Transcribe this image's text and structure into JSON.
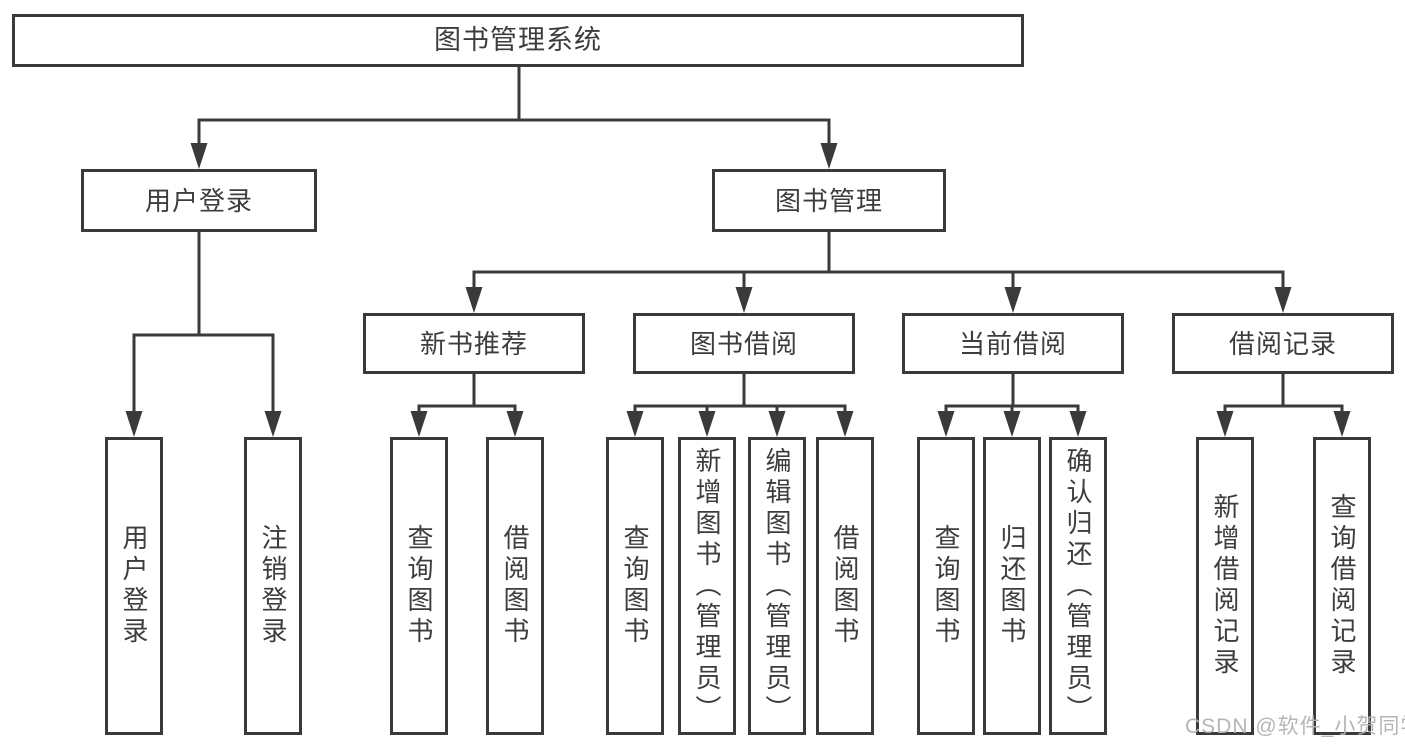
{
  "tree": {
    "root": {
      "label": "图书管理系统"
    },
    "branches": [
      {
        "label": "用户登录",
        "leaves": [
          {
            "label": "用户登录"
          },
          {
            "label": "注销登录"
          }
        ]
      },
      {
        "label": "图书管理",
        "groups": [
          {
            "label": "新书推荐",
            "leaves": [
              {
                "label": "查询图书"
              },
              {
                "label": "借阅图书"
              }
            ]
          },
          {
            "label": "图书借阅",
            "leaves": [
              {
                "label": "查询图书"
              },
              {
                "label": "新增图书（管理员）"
              },
              {
                "label": "编辑图书（管理员）"
              },
              {
                "label": "借阅图书"
              }
            ]
          },
          {
            "label": "当前借阅",
            "leaves": [
              {
                "label": "查询图书"
              },
              {
                "label": "归还图书"
              },
              {
                "label": "确认归还（管理员）"
              }
            ]
          },
          {
            "label": "借阅记录",
            "leaves": [
              {
                "label": "新增借阅记录"
              },
              {
                "label": "查询借阅记录"
              }
            ]
          }
        ]
      }
    ]
  },
  "watermark": {
    "text": "CSDN @软件_小贺同学"
  },
  "colors": {
    "line": "#3a3a3a",
    "text": "#3d3d3d",
    "watermark": "#b2b2b2",
    "background": "#ffffff"
  }
}
